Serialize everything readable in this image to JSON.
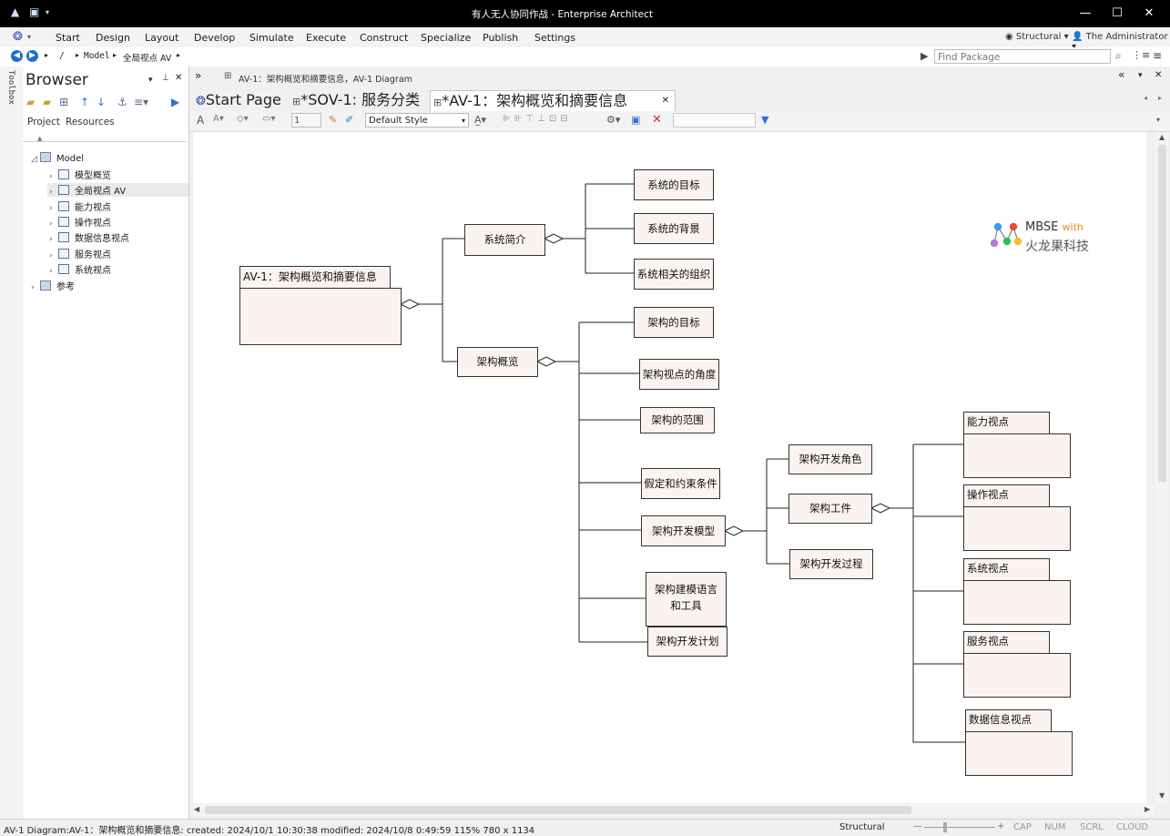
{
  "window": {
    "title": "有人无人协同作战 - Enterprise Architect"
  },
  "menu": [
    "Start",
    "Design",
    "Layout",
    "Develop",
    "Simulate",
    "Execute",
    "Construct",
    "Specialize",
    "Publish",
    "Settings"
  ],
  "menu_right": {
    "perspective": "Structural",
    "user": "The Administrator"
  },
  "address": {
    "root": "/",
    "model": "Model",
    "current": "全局视点 AV",
    "find_placeholder": "Find Package"
  },
  "toolbox": {
    "label": "Toolbox"
  },
  "browser": {
    "title": "Browser",
    "tabs": [
      "Project",
      "Resources"
    ],
    "tree": {
      "root": "Model",
      "children": [
        "模型概览",
        "全局视点 AV",
        "能力视点",
        "操作视点",
        "数据信息视点",
        "服务视点",
        "系统视点"
      ],
      "sibling": "参考"
    }
  },
  "diagram": {
    "breadcrumb": "AV-1：架构概览和摘要信息，AV-1 Diagram",
    "tabs": [
      "Start Page",
      "*SOV-1: 服务分类",
      "*AV-1：架构概览和摘要信息"
    ],
    "zoom_field": "1",
    "style": "Default Style",
    "root": "AV-1：架构概览和摘要信息",
    "intro": "系统简介",
    "intro_children": [
      "系统的目标",
      "系统的背景",
      "系统相关的组织"
    ],
    "overview": "架构概览",
    "overview_children": [
      "架构的目标",
      "架构视点的角度",
      "架构的范围",
      "假定和约束条件",
      "架构开发模型",
      "架构建模语言和工具",
      "架构开发计划"
    ],
    "dev_children": [
      "架构开发角色",
      "架构工件",
      "架构开发过程"
    ],
    "artifact_children": [
      "能力视点",
      "操作视点",
      "系统视点",
      "服务视点",
      "数据信息视点"
    ],
    "logo": {
      "main": "MBSE",
      "with": "with",
      "company": "火龙果科技"
    }
  },
  "status": {
    "left": "AV-1 Diagram:AV-1：架构概览和摘要信息:   created: 2024/10/1 10:30:38  modified: 2024/10/8 0:49:59   115%   780 x 1134",
    "perspective": "Structural",
    "flags": [
      "CAP",
      "NUM",
      "SCRL",
      "CLOUD"
    ]
  }
}
